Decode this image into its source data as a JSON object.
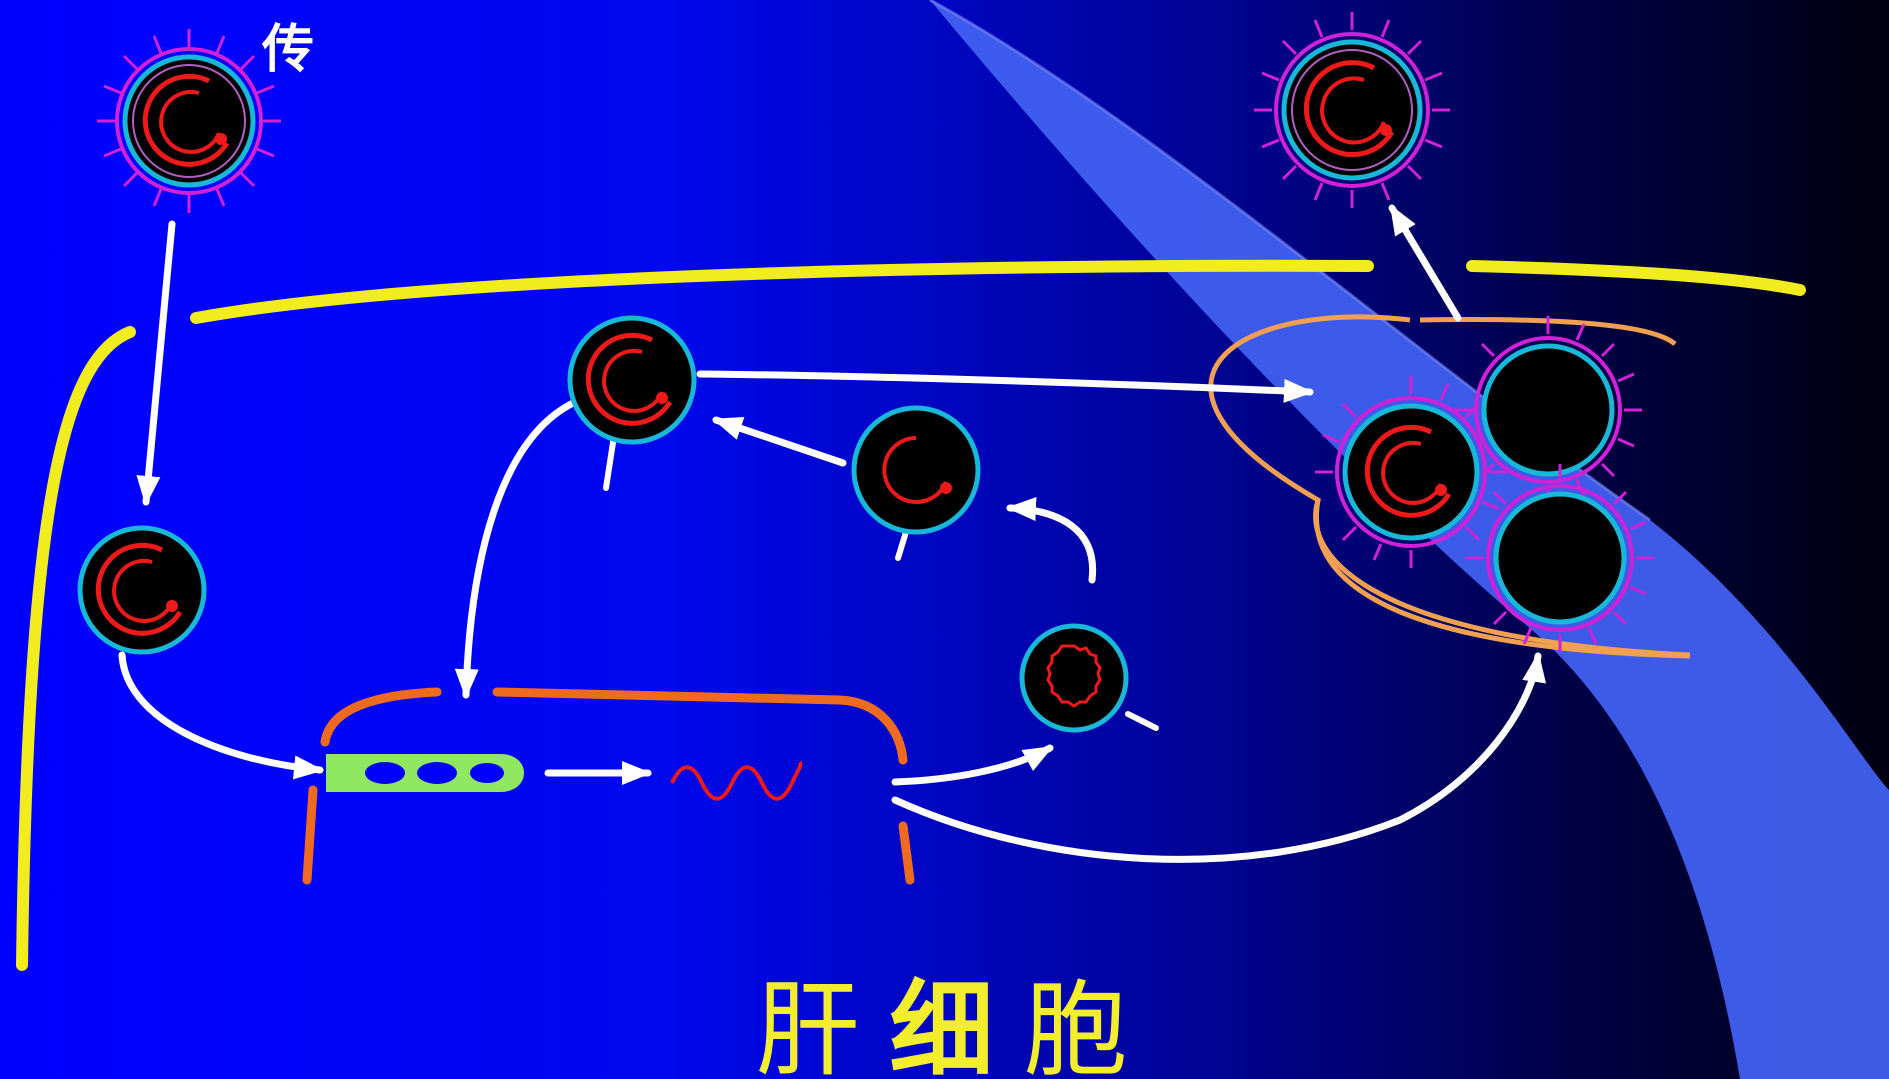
{
  "labels": {
    "corner": "传",
    "caption_1": "肝",
    "caption_2": "细",
    "caption_3": "胞"
  },
  "colors": {
    "background_left": "#0000ff",
    "background_right": "#000010",
    "light_beam": "#4060f0",
    "cell_membrane": "#f0ec1e",
    "nucleus_membrane": "#ee6a1e",
    "er_membrane": "#f0a050",
    "virion_core": "#000000",
    "virion_shell": "#18b8d8",
    "envelope_spikes": "#d020d8",
    "genome": "#ee1a1a",
    "cccdna": "#90e860",
    "arrows": "#ffffff",
    "caption": "#f2ee2e"
  }
}
